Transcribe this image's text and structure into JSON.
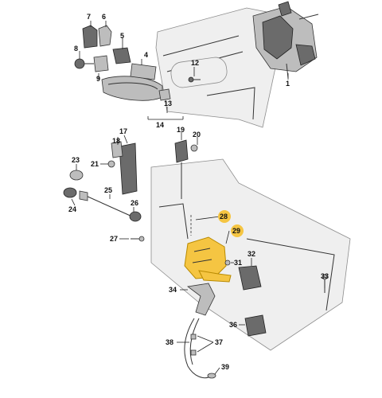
{
  "callouts": [
    {
      "id": "c1",
      "text": "1"
    },
    {
      "id": "c4",
      "text": "4"
    },
    {
      "id": "c5",
      "text": "5"
    },
    {
      "id": "c6",
      "text": "6"
    },
    {
      "id": "c7",
      "text": "7"
    },
    {
      "id": "c8",
      "text": "8"
    },
    {
      "id": "c9",
      "text": "9"
    },
    {
      "id": "c12",
      "text": "12"
    },
    {
      "id": "c13",
      "text": "13"
    },
    {
      "id": "c14",
      "text": "14"
    },
    {
      "id": "c17",
      "text": "17"
    },
    {
      "id": "c18",
      "text": "18"
    },
    {
      "id": "c19",
      "text": "19"
    },
    {
      "id": "c20",
      "text": "20"
    },
    {
      "id": "c21",
      "text": "21"
    },
    {
      "id": "c23",
      "text": "23"
    },
    {
      "id": "c24",
      "text": "24"
    },
    {
      "id": "c25",
      "text": "25"
    },
    {
      "id": "c26",
      "text": "26"
    },
    {
      "id": "c27",
      "text": "27"
    },
    {
      "id": "c28",
      "text": "28"
    },
    {
      "id": "c29",
      "text": "29"
    },
    {
      "id": "c31",
      "text": "31"
    },
    {
      "id": "c32",
      "text": "32"
    },
    {
      "id": "c33",
      "text": "33"
    },
    {
      "id": "c34",
      "text": "34"
    },
    {
      "id": "c36",
      "text": "36"
    },
    {
      "id": "c37",
      "text": "37"
    },
    {
      "id": "c38",
      "text": "38"
    },
    {
      "id": "c39",
      "text": "39"
    }
  ],
  "colors": {
    "highlight_fill": "#f5c542",
    "highlight_circle": "#f5c542",
    "line": "#222222",
    "panel": "#efefef"
  }
}
